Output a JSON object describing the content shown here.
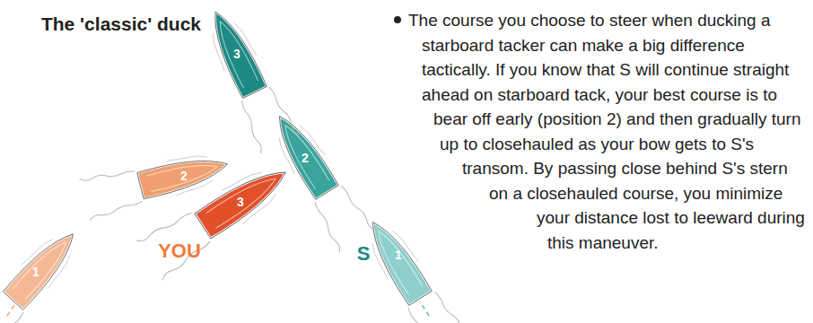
{
  "diagram": {
    "title": "The 'classic' duck",
    "labels": [
      "1",
      "2",
      "3",
      "YOU",
      "1",
      "2",
      "3",
      "S",
      "The course you choose to steer when ducking a starboard tacker can make a big difference tactically. If you know that S will continue straight ahead on starboard tack, your best course is to bear off early (position 2) and then gradually turn up to closehauled as your bow gets to S's transom. By passing close behind S's stern on a closehauled course, you minimize your distance lost to leeward during this maneuver."
    ]
  }
}
